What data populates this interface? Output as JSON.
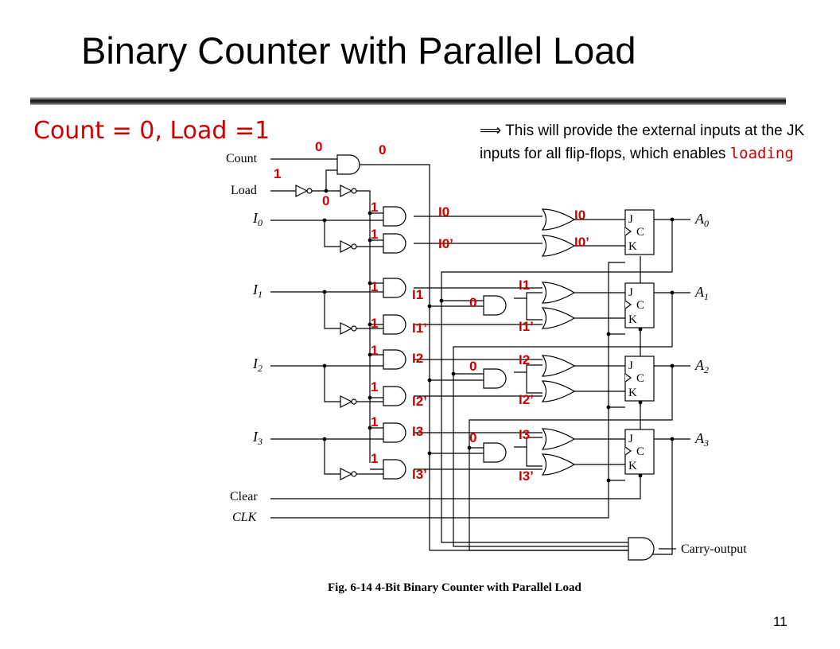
{
  "title": "Binary Counter with Parallel Load",
  "condition": "Count = 0, Load =1",
  "note": {
    "arrow": "⟹",
    "text": "This will provide the external inputs at the JK inputs for all flip-flops, which enables ",
    "highlight": "loading"
  },
  "page_number": "11",
  "diagram": {
    "caption": "Fig. 6-14  4-Bit Binary Counter with Parallel Load",
    "inputs": {
      "count": "Count",
      "load": "Load",
      "i0": "I",
      "i0_sub": "0",
      "i1": "I",
      "i1_sub": "1",
      "i2": "I",
      "i2_sub": "2",
      "i3": "I",
      "i3_sub": "3",
      "clear": "Clear",
      "clk": "CLK"
    },
    "outputs": {
      "a0": "A",
      "a0_sub": "0",
      "a1": "A",
      "a1_sub": "1",
      "a2": "A",
      "a2_sub": "2",
      "a3": "A",
      "a3_sub": "3",
      "carry": "Carry-output"
    },
    "ff_pins": {
      "j": "J",
      "c": "C",
      "k": "K"
    },
    "annotations": {
      "count_and_in": "0",
      "count_and_out": "0",
      "count_in": "1",
      "load_inv": "0",
      "load_1": "1",
      "load_2": "1",
      "load_3": "1",
      "load_4": "1",
      "load_5": "1",
      "load_6": "1",
      "load_7": "1",
      "load_8": "1",
      "and0_top": "I0",
      "and0_bot": "I0’",
      "or0_top": "I0",
      "or0_bot": "I0’",
      "and1_top": "I1",
      "and1_bot": "I1’",
      "cnt1": "0",
      "or1_top": "I1",
      "or1_bot": "I1’",
      "and2_top": "I2",
      "and2_bot": "I2’",
      "cnt2": "0",
      "or2_top": "I2",
      "or2_bot": "I2’",
      "and3_top": "I3",
      "and3_bot": "I3’",
      "cnt3": "0",
      "or3_top": "I3",
      "or3_bot": "I3’"
    }
  }
}
